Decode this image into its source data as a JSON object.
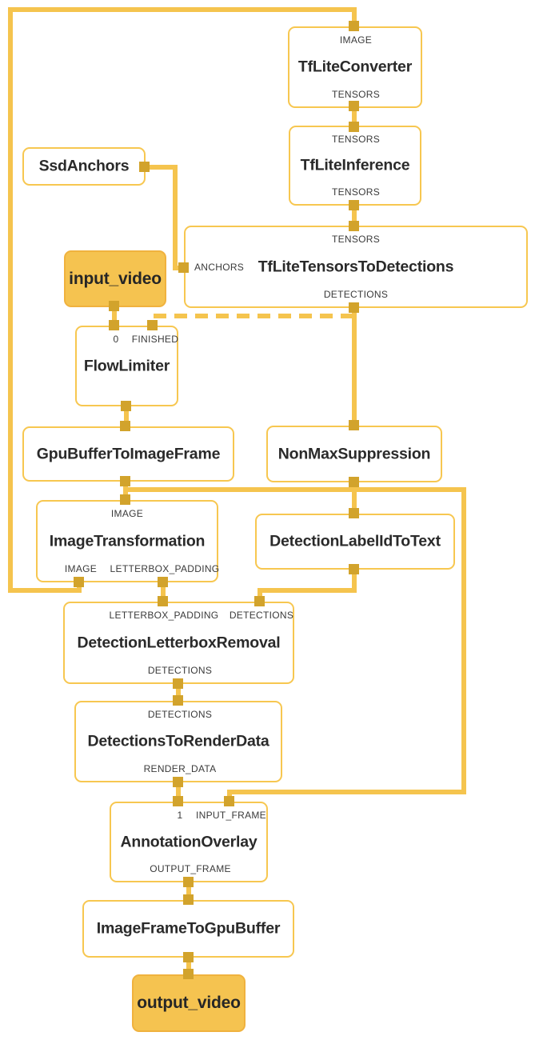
{
  "diagram": {
    "kind": "dataflow-graph",
    "colors": {
      "edge": "#F5C44E",
      "port": "#D2A32C",
      "node_border": "#F7C750",
      "stream_node_fill": "#F5C350",
      "stream_node_border": "#F0B23E",
      "title_text": "#2A2A2A",
      "port_label_text": "#3A3A3A",
      "background": "#FFFFFF"
    },
    "nodes": {
      "tflite_converter": {
        "title": "TfLiteConverter",
        "top_ports": [
          "IMAGE"
        ],
        "bottom_ports": [
          "TENSORS"
        ]
      },
      "tflite_inference": {
        "title": "TfLiteInference",
        "top_ports": [
          "TENSORS"
        ],
        "bottom_ports": [
          "TENSORS"
        ]
      },
      "ssd_anchors": {
        "title": "SsdAnchors"
      },
      "tflite_tensors_to_detections": {
        "title": "TfLiteTensorsToDetections",
        "top_ports": [
          "TENSORS"
        ],
        "left_ports": [
          "ANCHORS"
        ],
        "bottom_ports": [
          "DETECTIONS"
        ]
      },
      "input_video": {
        "title": "input_video"
      },
      "flow_limiter": {
        "title": "FlowLimiter",
        "top_ports": [
          "0",
          "FINISHED"
        ]
      },
      "gpu_buffer_to_image_frame": {
        "title": "GpuBufferToImageFrame"
      },
      "non_max_suppression": {
        "title": "NonMaxSuppression"
      },
      "image_transformation": {
        "title": "ImageTransformation",
        "top_ports": [
          "IMAGE"
        ],
        "bottom_ports": [
          "IMAGE",
          "LETTERBOX_PADDING"
        ]
      },
      "detection_label_id_to_text": {
        "title": "DetectionLabelIdToText"
      },
      "detection_letterbox_removal": {
        "title": "DetectionLetterboxRemoval",
        "top_ports": [
          "LETTERBOX_PADDING",
          "DETECTIONS"
        ],
        "bottom_ports": [
          "DETECTIONS"
        ]
      },
      "detections_to_render_data": {
        "title": "DetectionsToRenderData",
        "top_ports": [
          "DETECTIONS"
        ],
        "bottom_ports": [
          "RENDER_DATA"
        ]
      },
      "annotation_overlay": {
        "title": "AnnotationOverlay",
        "top_ports": [
          "1",
          "INPUT_FRAME"
        ],
        "bottom_ports": [
          "OUTPUT_FRAME"
        ]
      },
      "image_frame_to_gpu_buffer": {
        "title": "ImageFrameToGpuBuffer"
      },
      "output_video": {
        "title": "output_video"
      }
    },
    "edges": [
      {
        "from": "input_video",
        "to": "FlowLimiter:0",
        "style": "solid"
      },
      {
        "from": "TfLiteTensorsToDetections:DETECTIONS",
        "to": "FlowLimiter:FINISHED",
        "style": "dashed"
      },
      {
        "from": "FlowLimiter",
        "to": "GpuBufferToImageFrame",
        "style": "solid"
      },
      {
        "from": "GpuBufferToImageFrame",
        "to": "ImageTransformation:IMAGE",
        "style": "solid"
      },
      {
        "from": "GpuBufferToImageFrame",
        "to": "AnnotationOverlay:INPUT_FRAME",
        "style": "solid"
      },
      {
        "from": "ImageTransformation:IMAGE",
        "to": "TfLiteConverter:IMAGE",
        "style": "solid"
      },
      {
        "from": "ImageTransformation:LETTERBOX_PADDING",
        "to": "DetectionLetterboxRemoval:LETTERBOX_PADDING",
        "style": "solid"
      },
      {
        "from": "TfLiteConverter:TENSORS",
        "to": "TfLiteInference:TENSORS",
        "style": "solid"
      },
      {
        "from": "TfLiteInference:TENSORS",
        "to": "TfLiteTensorsToDetections:TENSORS",
        "style": "solid"
      },
      {
        "from": "SsdAnchors",
        "to": "TfLiteTensorsToDetections:ANCHORS",
        "style": "solid"
      },
      {
        "from": "TfLiteTensorsToDetections:DETECTIONS",
        "to": "NonMaxSuppression",
        "style": "solid"
      },
      {
        "from": "NonMaxSuppression",
        "to": "DetectionLabelIdToText",
        "style": "solid"
      },
      {
        "from": "DetectionLabelIdToText",
        "to": "DetectionLetterboxRemoval:DETECTIONS",
        "style": "solid"
      },
      {
        "from": "DetectionLetterboxRemoval:DETECTIONS",
        "to": "DetectionsToRenderData:DETECTIONS",
        "style": "solid"
      },
      {
        "from": "DetectionsToRenderData:RENDER_DATA",
        "to": "AnnotationOverlay:1",
        "style": "solid"
      },
      {
        "from": "AnnotationOverlay:OUTPUT_FRAME",
        "to": "ImageFrameToGpuBuffer",
        "style": "solid"
      },
      {
        "from": "ImageFrameToGpuBuffer",
        "to": "output_video",
        "style": "solid"
      }
    ]
  }
}
